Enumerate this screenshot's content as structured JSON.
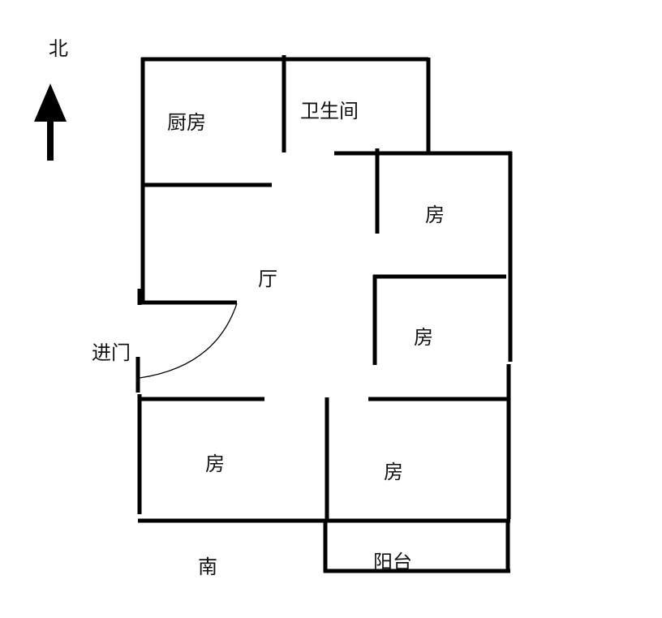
{
  "compass": {
    "north_label": "北",
    "south_label": "南"
  },
  "rooms": {
    "kitchen": "厨房",
    "bathroom": "卫生间",
    "living_room": "厅",
    "bedroom_north_east": "房",
    "bedroom_middle_east": "房",
    "bedroom_south_west": "房",
    "bedroom_south_east": "房",
    "balcony": "阳台"
  },
  "entrance": {
    "label": "进门"
  },
  "colors": {
    "wall": "#000000",
    "background": "#ffffff",
    "text": "#111111"
  }
}
